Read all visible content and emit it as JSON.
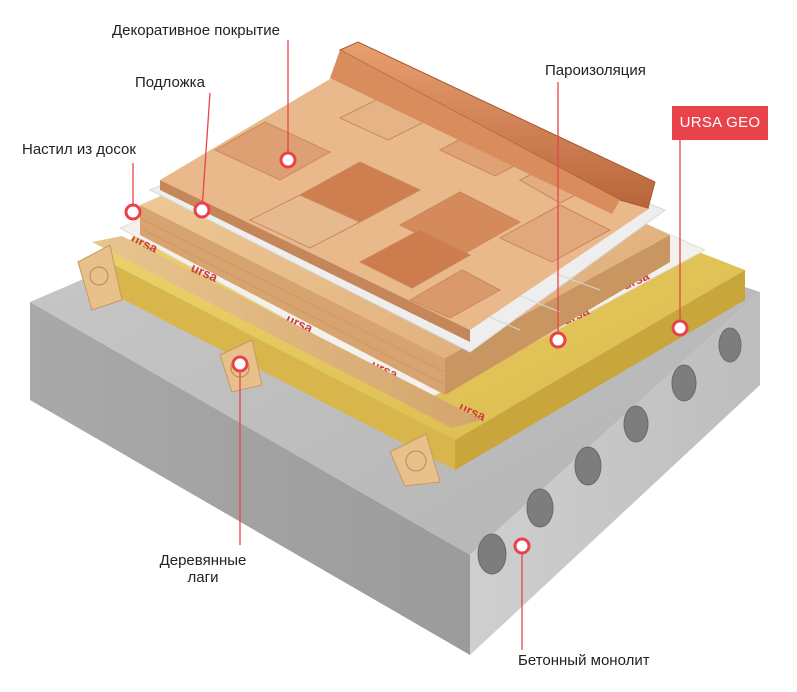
{
  "labels": {
    "decorative_cover": "Декоративное покрытие",
    "underlay": "Подложка",
    "board_deck": "Настил из досок",
    "vapor_barrier": "Пароизоляция",
    "wooden_joists_line1": "Деревянные",
    "wooden_joists_line2": "лаги",
    "concrete_slab": "Бетонный монолит"
  },
  "badge": {
    "text": "URSA GEO"
  },
  "insulation_print": "ursa",
  "colors": {
    "accent": "#e8434a",
    "marker_ring": "#e8434a",
    "concrete": "#b9b9b9",
    "insulation": "#e9c95a",
    "wood_light": "#e9b98c",
    "wood_dark": "#cf7a4c",
    "membrane": "#f2f2f2",
    "plinth": "#c9764a"
  }
}
